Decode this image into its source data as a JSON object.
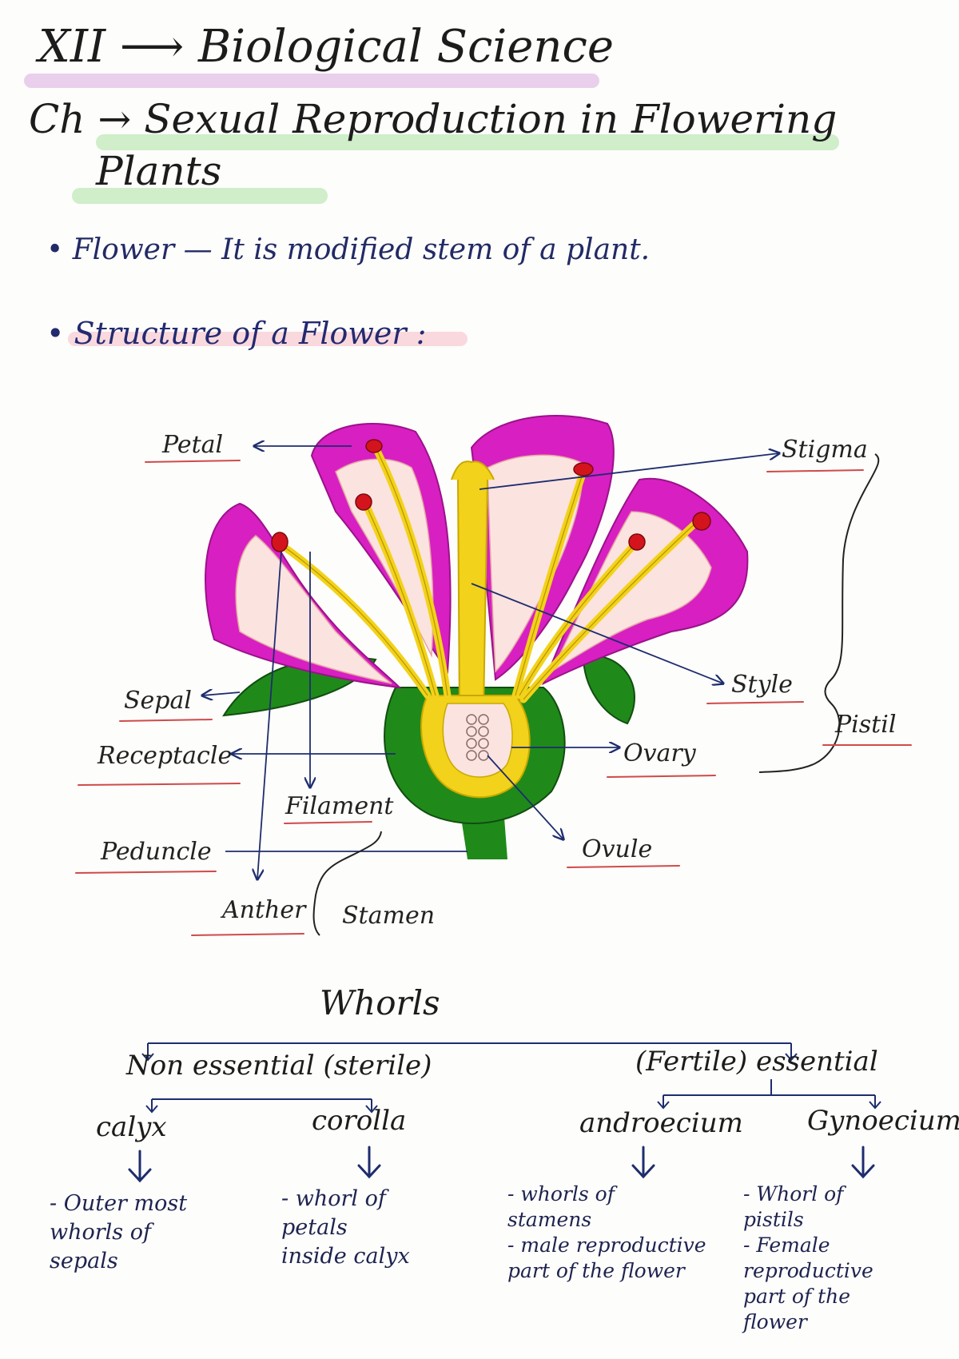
{
  "header": {
    "class_label": "XII",
    "subject": "Biological Science",
    "chapter_prefix": "Ch",
    "chapter_title_line1": "Sexual Reproduction in Flowering",
    "chapter_title_line2": "Plants"
  },
  "definition": {
    "term": "Flower",
    "text": "It is modified stem of a plant."
  },
  "section": {
    "heading": "Structure of a Flower :"
  },
  "diagram_labels": {
    "petal": "Petal",
    "stigma": "Stigma",
    "style": "Style",
    "pistil": "Pistil",
    "sepal": "Sepal",
    "receptacle": "Receptacle",
    "ovary": "Ovary",
    "filament": "Filament",
    "ovule": "Ovule",
    "peduncle": "Peduncle",
    "anther": "Anther",
    "stamen": "Stamen"
  },
  "whorls": {
    "title": "Whorls",
    "non_essential": "Non essential (sterile)",
    "essential": "(Fertile) essential",
    "calyx": {
      "name": "calyx",
      "notes": [
        "- Outer most",
        "whorls of",
        "sepals"
      ]
    },
    "corolla": {
      "name": "corolla",
      "notes": [
        "- whorl of",
        "petals",
        "inside calyx"
      ]
    },
    "androecium": {
      "name": "androecium",
      "notes": [
        "- whorls of",
        "stamens",
        "- male reproductive",
        "part of the flower"
      ]
    },
    "gynoecium": {
      "name": "Gynoecium",
      "notes": [
        "- Whorl of",
        "pistils",
        "- Female",
        "reproductive",
        "part of the",
        "flower"
      ]
    }
  },
  "colors": {
    "petal_outer": "#d81fc2",
    "petal_inner": "#fbe3e0",
    "yellow": "#f2d21a",
    "green": "#1f8a1a",
    "anther_red": "#d4141c",
    "ink_blue": "#1e2d6e",
    "underline_red": "#d04a4a"
  }
}
